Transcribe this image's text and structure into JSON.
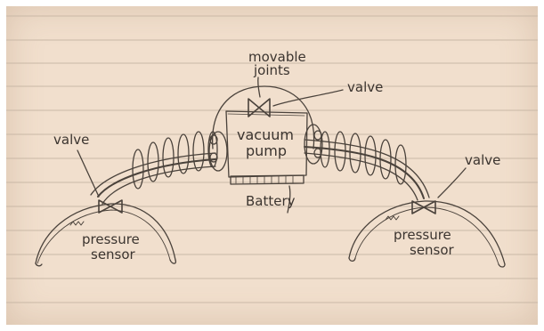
{
  "diagram": {
    "labels": {
      "movable_joints_line1": "movable",
      "movable_joints_line2": "joints",
      "valve_center": "valve",
      "valve_left": "valve",
      "valve_right": "valve",
      "vacuum_pump_line1": "vacuum",
      "vacuum_pump_line2": "pump",
      "battery": "Battery",
      "pressure_sensor_left_line1": "pressure",
      "pressure_sensor_left_line2": "sensor",
      "pressure_sensor_right_line1": "pressure",
      "pressure_sensor_right_line2": "sensor"
    }
  }
}
